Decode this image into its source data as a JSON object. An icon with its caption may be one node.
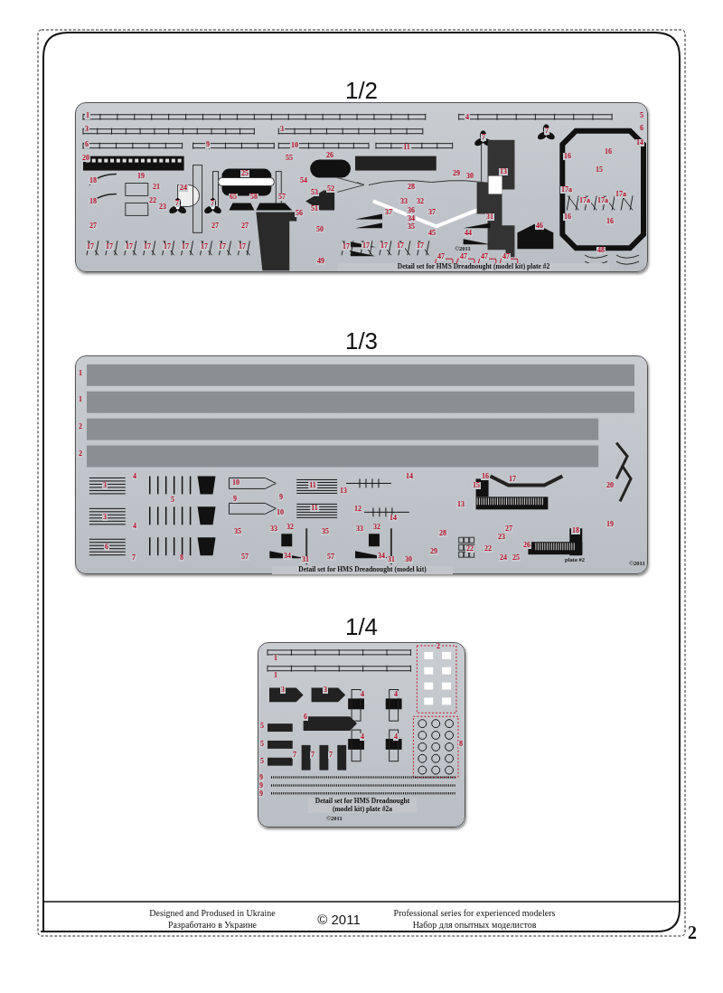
{
  "diagram": {
    "nodes": [
      {
        "text": [
          "1/2",
          "Detail set for HMS Dreadnought (model kit) plate #2"
        ]
      },
      {
        "text": [
          "1/3",
          "Detail set for HMS Dreadnought (model kit)"
        ]
      },
      {
        "text": [
          "1/4",
          "Detail set for HMS Dreadnought (model kit) plate #2a"
        ]
      }
    ],
    "labels": [
      "1",
      "3",
      "3",
      "6",
      "9",
      "10",
      "11",
      "4",
      "5",
      "6",
      "14",
      "7",
      "7",
      "20",
      "55",
      "26",
      "16",
      "16",
      "19",
      "25",
      "29",
      "30",
      "13",
      "15",
      "18",
      "21",
      "24",
      "54",
      "53",
      "52",
      "28",
      "17a",
      "17a",
      "18",
      "22",
      "7",
      "7",
      "65",
      "58",
      "57",
      "33",
      "32",
      "17a",
      "17a",
      "23",
      "56",
      "51",
      "37",
      "36",
      "37",
      "34",
      "31",
      "16",
      "16",
      "27",
      "27",
      "27",
      "35",
      "46",
      "50",
      "45",
      "44",
      "17",
      "17",
      "17",
      "17",
      "17",
      "17",
      "17",
      "17",
      "17",
      "17",
      "17",
      "17",
      "17",
      "17",
      "©2011",
      "48",
      "47",
      "47",
      "47",
      "47",
      "49",
      "1",
      "1",
      "2",
      "2",
      "3",
      "4",
      "10",
      "11",
      "14",
      "15",
      "16",
      "17",
      "20",
      "5",
      "9",
      "9",
      "13",
      "3",
      "10",
      "11",
      "12",
      "14",
      "13",
      "4",
      "35",
      "33",
      "32",
      "35",
      "33",
      "32",
      "28",
      "23",
      "27",
      "18",
      "19",
      "6",
      "29",
      "22",
      "22",
      "26",
      "7",
      "8",
      "57",
      "34",
      "31",
      "57",
      "34",
      "31",
      "30",
      "24",
      "25",
      "plate #2",
      "©2011",
      "2",
      "1",
      "1",
      "3",
      "3",
      "4",
      "4",
      "6",
      "5",
      "4",
      "4",
      "5",
      "8",
      "7",
      "7",
      "7",
      "5",
      "9",
      "9",
      "9",
      "©2011",
      "Designed and Prodused in Ukraine",
      "Разработано в Украине",
      "© 2011",
      "Professional series for experienced modelers",
      "Набор для опытных моделистов",
      "2"
    ]
  }
}
